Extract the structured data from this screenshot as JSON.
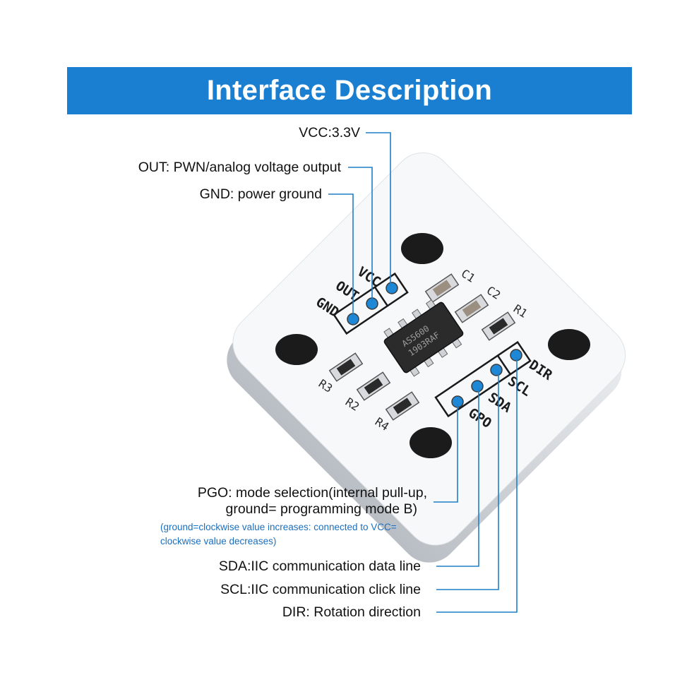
{
  "header": {
    "title": "Interface Description"
  },
  "top_labels": {
    "vcc": "VCC:3.3V",
    "out": "OUT: PWN/analog voltage output",
    "gnd": "GND: power ground"
  },
  "bottom_labels": {
    "pgo_line1": "PGO: mode selection(internal pull-up,",
    "pgo_line2": "ground= programming mode B)",
    "pgo_note_line1": "(ground=clockwise value increases: connected to VCC=",
    "pgo_note_line2": "clockwise value decreases)",
    "sda": "SDA:IIC communication data line",
    "scl": "SCL:IIC communication click line",
    "dir": "DIR: Rotation direction"
  },
  "board": {
    "pins_left": [
      "VCC",
      "OUT",
      "GND"
    ],
    "pins_right": [
      "DIR",
      "SCL",
      "SDA",
      "GPO"
    ],
    "components": [
      "C1",
      "C2",
      "R1",
      "R3",
      "R2",
      "R4"
    ],
    "chip_marking_line1": "AS5600",
    "chip_marking_line2": "1903RAF"
  },
  "colors": {
    "banner": "#1a7fd0",
    "leader_line": "#1f7fc8",
    "pad": "#1e88d6",
    "note_text": "#1a6fbf"
  }
}
